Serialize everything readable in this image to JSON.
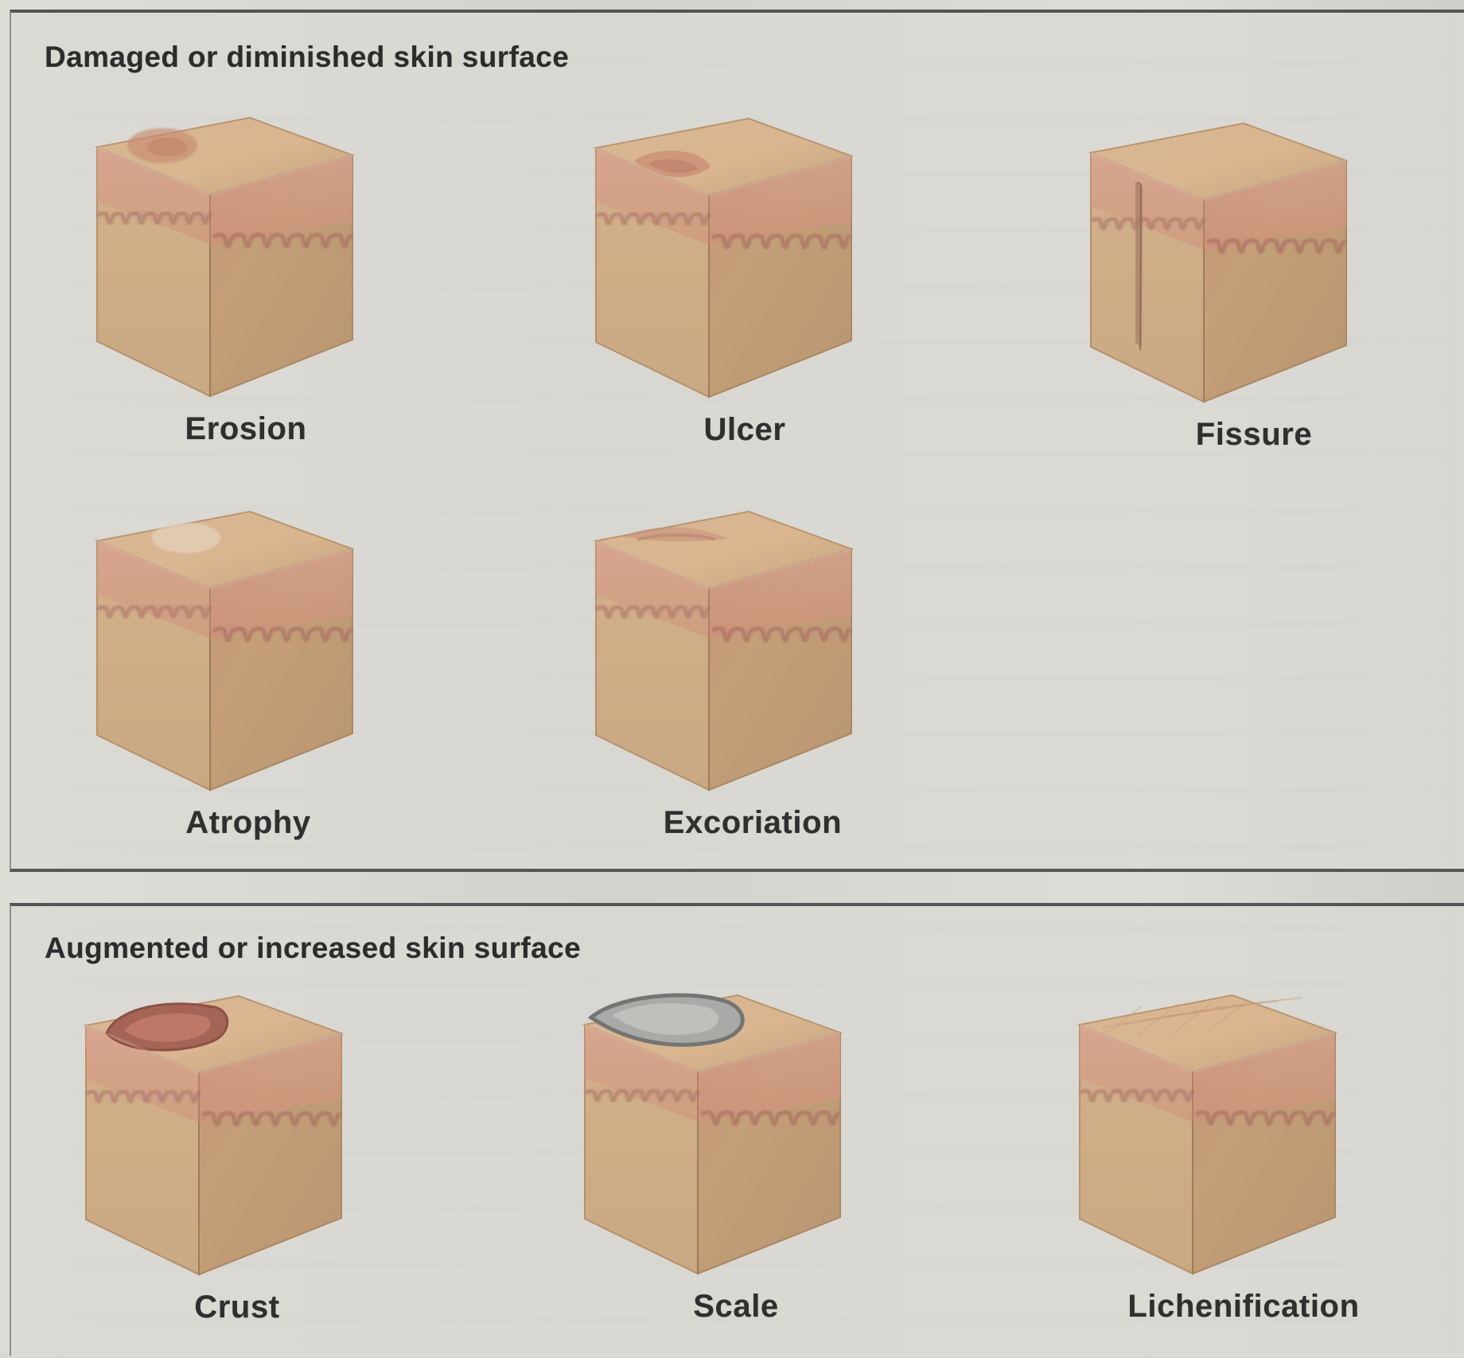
{
  "sections": [
    {
      "title": "Damaged or diminished skin surface",
      "items": [
        {
          "label": "Erosion",
          "variant": "erosion"
        },
        {
          "label": "Ulcer",
          "variant": "ulcer"
        },
        {
          "label": "Fissure",
          "variant": "fissure"
        },
        {
          "label": "Atrophy",
          "variant": "atrophy"
        },
        {
          "label": "Excoriation",
          "variant": "excoriation"
        }
      ]
    },
    {
      "title": "Augmented or increased skin surface",
      "items": [
        {
          "label": "Crust",
          "variant": "crust"
        },
        {
          "label": "Scale",
          "variant": "scale"
        },
        {
          "label": "Lichenification",
          "variant": "lichenification"
        }
      ]
    }
  ],
  "colors": {
    "page_background": "#d8d6d0",
    "text": "#2c2c2c",
    "skin_top": "#d9b690",
    "skin_front": "#cfae88",
    "skin_side": "#c49f78",
    "epidermis_pink": "#cf8f7a",
    "lesion_red": "#b96f5f",
    "scale_gray": "#a9aaa8"
  }
}
